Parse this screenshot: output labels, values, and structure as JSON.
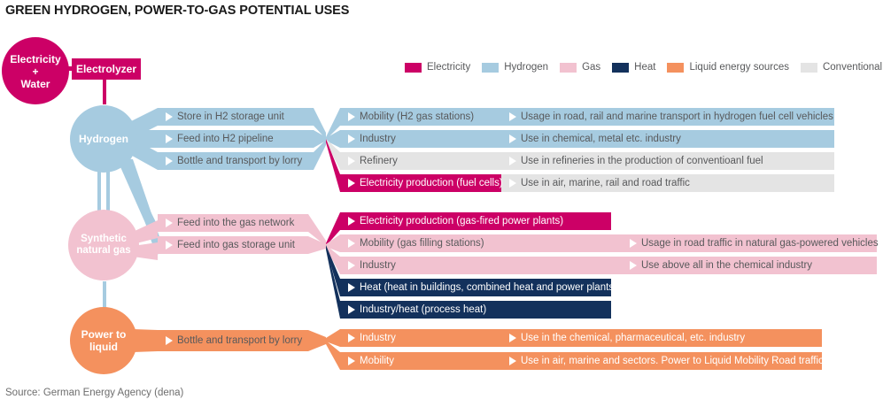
{
  "title": "GREEN HYDROGEN, POWER-TO-GAS POTENTIAL USES",
  "source": "Source: German Energy Agency (dena)",
  "colors": {
    "electricity": "#cc0066",
    "hydrogen": "#a6cbe0",
    "gas": "#f2c2d0",
    "heat": "#13315c",
    "liquid": "#f4915e",
    "conventional": "#e4e4e4",
    "text_dark": "#58595b",
    "white": "#ffffff"
  },
  "legend": {
    "items": [
      {
        "label": "Electricity",
        "color": "#cc0066",
        "key": "electricity"
      },
      {
        "label": "Hydrogen",
        "color": "#a6cbe0",
        "key": "hydrogen"
      },
      {
        "label": "Gas",
        "color": "#f2c2d0",
        "key": "gas"
      },
      {
        "label": "Heat",
        "color": "#13315c",
        "key": "heat"
      },
      {
        "label": "Liquid energy sources",
        "color": "#f4915e",
        "key": "liquid"
      },
      {
        "label": "Conventional fuels",
        "color": "#e4e4e4",
        "key": "conventional"
      }
    ]
  },
  "nodes": {
    "source_circle": {
      "line1": "Electricity",
      "line2": "+",
      "line3": "Water"
    },
    "electrolyzer": "Electrolyzer",
    "hydrogen": "Hydrogen",
    "syngas_line1": "Synthetic",
    "syngas_line2": "natural gas",
    "ptl_line1": "Power to",
    "ptl_line2": "liquid"
  },
  "hydrogen_branch": {
    "stage1": [
      "Store in H2 storage unit",
      "Feed into H2 pipeline",
      "Bottle and transport by lorry"
    ],
    "stage2": [
      "Mobility (H2 gas stations)",
      "Industry",
      "Refinery",
      "Electricity production (fuel cells)"
    ],
    "stage3": [
      "Usage in road, rail and marine transport in hydrogen fuel cell vehicles",
      "Use in chemical, metal etc. industry",
      "Use in refineries in the production of conventioanl fuel",
      "Use in air, marine, rail and road traffic"
    ]
  },
  "gas_branch": {
    "stage1": [
      "Feed into the gas network",
      "Feed into gas storage unit"
    ],
    "stage2": [
      "Electricity production (gas-fired power plants)",
      "Mobility (gas filling stations)",
      "Industry",
      "Heat (heat in buildings, combined heat and power plants)",
      "Industry/heat (process heat)"
    ],
    "stage3": [
      "Usage in road traffic in natural gas-powered vehicles",
      "Use above all in the chemical industry"
    ]
  },
  "liquid_branch": {
    "stage1": [
      "Bottle and transport by lorry"
    ],
    "stage2": [
      "Industry",
      "Mobility"
    ],
    "stage3": [
      "Use in the chemical, pharmaceutical, etc. industry",
      "Use in air, marine and sectors. Power to Liquid Mobility Road traffic"
    ]
  }
}
